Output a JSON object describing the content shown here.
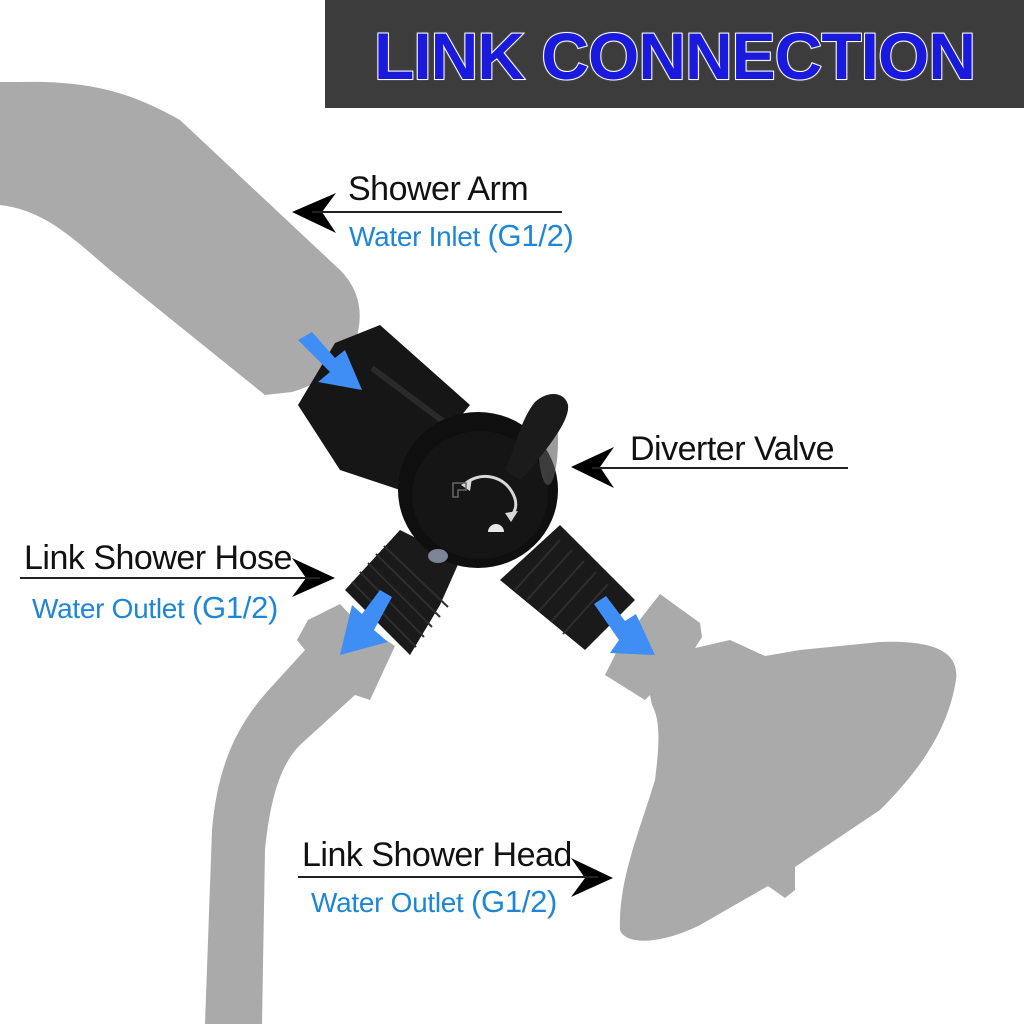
{
  "banner": {
    "title": "LINK CONNECTION",
    "background_color": "#3c3c3c",
    "text_color": "#1a1adf"
  },
  "labels": {
    "shower_arm": {
      "title": "Shower Arm",
      "subtitle_prefix": "Water Inlet",
      "subtitle_spec": "(G1/2)",
      "arrow_direction": "left"
    },
    "diverter_valve": {
      "title": "Diverter Valve",
      "arrow_direction": "left"
    },
    "shower_hose": {
      "title": "Link Shower Hose",
      "subtitle_prefix": "Water Outlet",
      "subtitle_spec": "(G1/2)",
      "arrow_direction": "right"
    },
    "shower_head": {
      "title": "Link Shower Head",
      "subtitle_prefix": "Water Outlet",
      "subtitle_spec": "(G1/2)",
      "arrow_direction": "right"
    }
  },
  "colors": {
    "fixture_gray": "#aaaaaa",
    "flow_arrow_blue": "#3f8ef5",
    "valve_black": "#141414",
    "subtitle_blue": "#1e86d6"
  },
  "flow_arrows": [
    {
      "name": "inlet",
      "direction": "down-right"
    },
    {
      "name": "hose-outlet",
      "direction": "down-left"
    },
    {
      "name": "head-outlet",
      "direction": "down-right"
    }
  ]
}
